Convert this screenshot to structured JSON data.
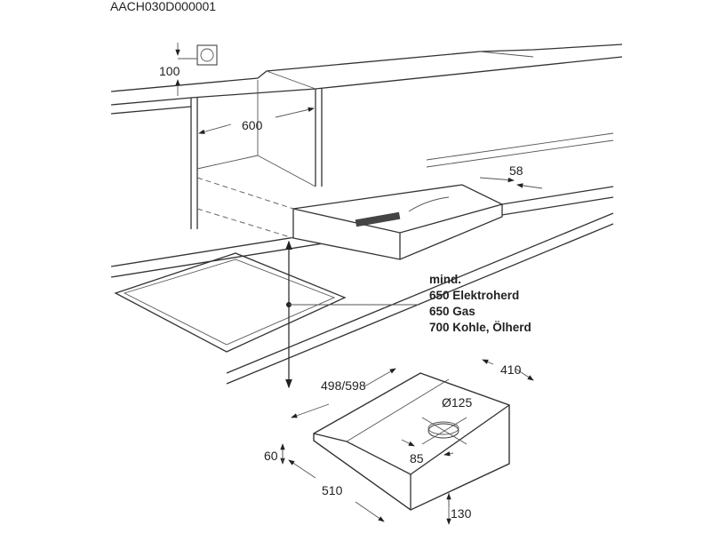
{
  "diagram": {
    "code": "AACH030D000001",
    "dimensions": {
      "socket_height": "100",
      "cabinet_width": "600",
      "hood_protrusion": "58",
      "hood_width": "498/598",
      "hood_depth": "410",
      "duct_diameter": "Ø125",
      "duct_offset": "85",
      "front_height": "60",
      "depth": "510",
      "rear_height": "130"
    },
    "min_distance": {
      "title": "mind.",
      "lines": [
        "650 Elektroherd",
        "650 Gas",
        "700 Kohle, Ölherd"
      ]
    }
  }
}
